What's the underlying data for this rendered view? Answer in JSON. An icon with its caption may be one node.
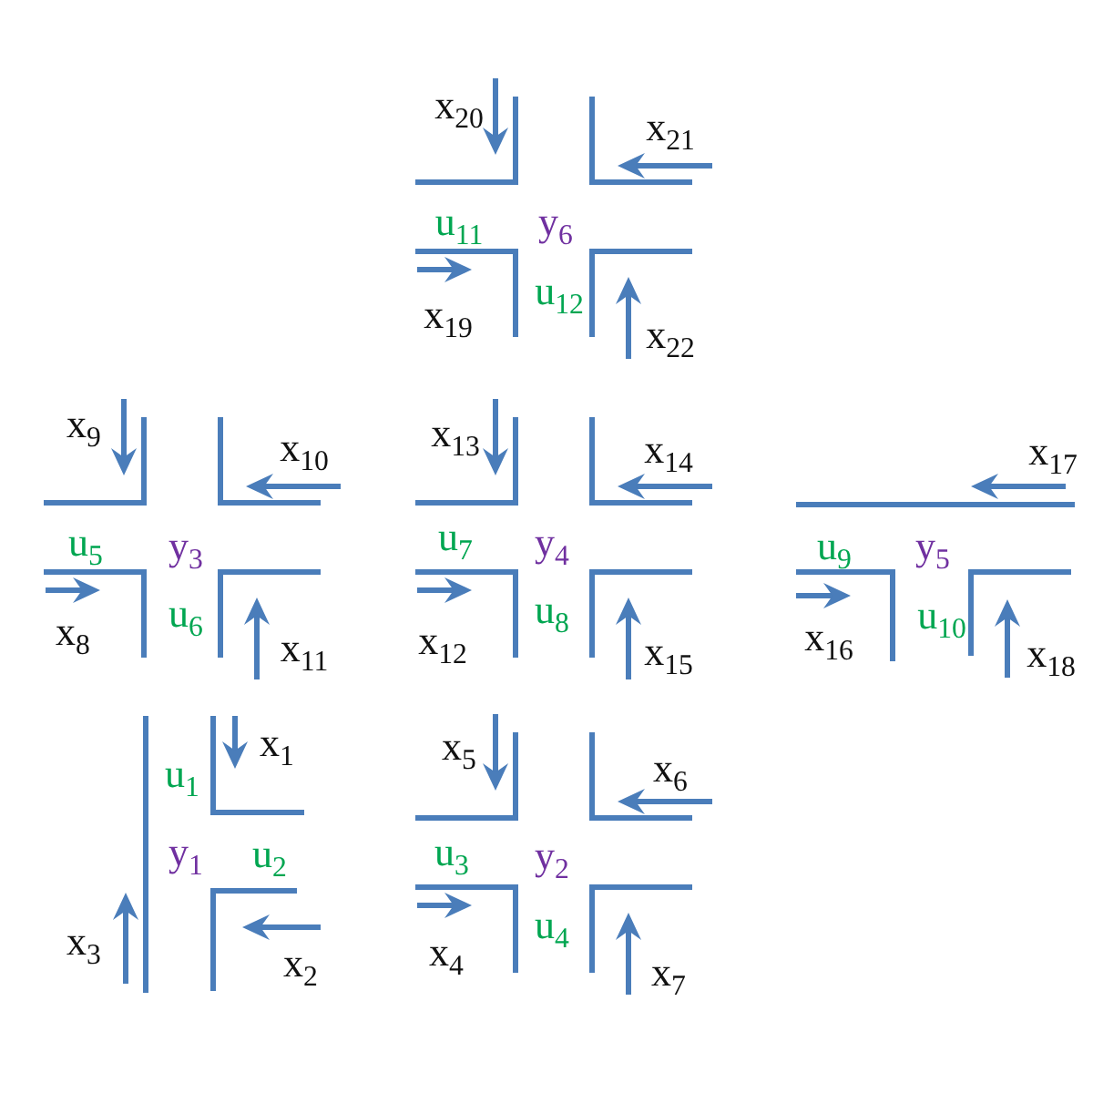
{
  "diagram": {
    "labels": [
      "x$_{20}$",
      "x$_{21}$",
      "u$_{11}$",
      "y$_{6}$",
      "u$_{12}$",
      "x$_{19}$",
      "x$_{22}$",
      "x$_{9}$",
      "x$_{10}$",
      "u$_{5}$",
      "y$_{3}$",
      "u$_{6}$",
      "x$_{8}$",
      "x$_{11}$",
      "x$_{13}$",
      "x$_{14}$",
      "u$_{7}$",
      "y$_{4}$",
      "u$_{8}$",
      "x$_{12}$",
      "x$_{15}$",
      "x$_{17}$",
      "u$_{9}$",
      "y$_{5}$",
      "u$_{10}$",
      "x$_{16}$",
      "x$_{18}$",
      "x$_{1}$",
      "u$_{1}$",
      "y$_{1}$",
      "u$_{2}$",
      "x$_{3}$",
      "x$_{2}$",
      "x$_{5}$",
      "x$_{6}$",
      "u$_{3}$",
      "y$_{2}$",
      "u$_{4}$",
      "x$_{4}$",
      "x$_{7}$"
    ]
  }
}
